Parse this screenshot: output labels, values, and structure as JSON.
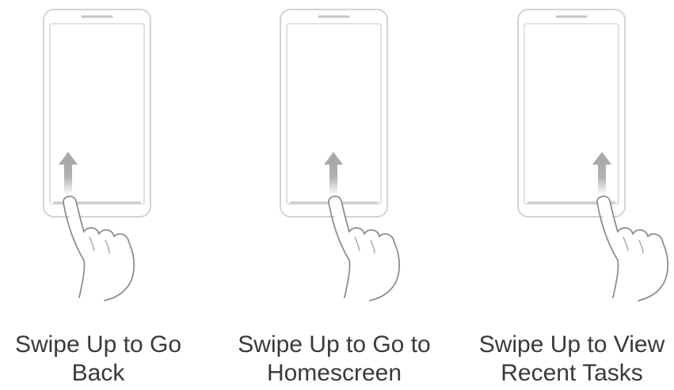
{
  "gestures": [
    {
      "id": "back",
      "caption_line1": "Swipe Up to Go",
      "caption_line2": "Back",
      "swipe_position": "left",
      "arrow_icon": "arrow-up-icon",
      "hand_icon": "hand-pointer-icon"
    },
    {
      "id": "home",
      "caption_line1": "Swipe Up to Go to",
      "caption_line2": "Homescreen",
      "swipe_position": "center",
      "arrow_icon": "arrow-up-icon",
      "hand_icon": "hand-pointer-icon"
    },
    {
      "id": "recents",
      "caption_line1": "Swipe Up to View",
      "caption_line2": "Recent Tasks",
      "swipe_position": "right",
      "arrow_icon": "arrow-up-icon",
      "hand_icon": "hand-pointer-icon"
    }
  ],
  "colors": {
    "phone_outline": "#d3d3d3",
    "arrow": "#a9a9a9",
    "hand_outline": "#8e8e8e",
    "caption_text": "#3a3a3a"
  }
}
